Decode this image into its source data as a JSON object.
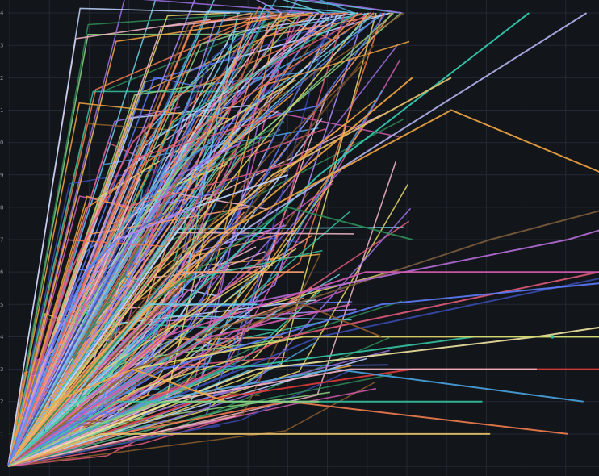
{
  "chart_data": {
    "type": "line",
    "title": "",
    "xlabel": "",
    "ylabel": "",
    "x_range": [
      0,
      38
    ],
    "ylim": [
      0,
      14.4
    ],
    "grid": true,
    "legend": "none",
    "background": "#12151a",
    "grid_color": "#232833",
    "tick_color": "#8a929e",
    "palette": [
      "#4aa3df",
      "#e05a7a",
      "#f2a541",
      "#35c2a1",
      "#9b6fe0",
      "#f07b4f",
      "#6ad1e8",
      "#e6d96a",
      "#d65db1",
      "#5c7cfa",
      "#f5b7c8",
      "#8ed081",
      "#c0d6ff",
      "#ff9f6e",
      "#b28dff",
      "#2e8b57",
      "#8b5a2b",
      "#3949ab"
    ],
    "y_ticks": [
      {
        "value": 1,
        "label": "1"
      },
      {
        "value": 2,
        "label": "2"
      },
      {
        "value": 3,
        "label": "3"
      },
      {
        "value": 4,
        "label": "4"
      },
      {
        "value": 5,
        "label": "5"
      },
      {
        "value": 6,
        "label": "6"
      },
      {
        "value": 7,
        "label": "7"
      },
      {
        "value": 8,
        "label": "8"
      },
      {
        "value": 9,
        "label": "9"
      },
      {
        "value": 10,
        "label": "0"
      },
      {
        "value": 11,
        "label": "1"
      },
      {
        "value": 12,
        "label": "2"
      },
      {
        "value": 13,
        "label": "3"
      },
      {
        "value": 14,
        "label": "4"
      }
    ],
    "series": [
      {
        "color": "#34d0b6",
        "points": [
          [
            0,
            0
          ],
          [
            9,
            4
          ],
          [
            20,
            9
          ],
          [
            33.5,
            14
          ]
        ]
      },
      {
        "color": "#b3b3f0",
        "points": [
          [
            0,
            0
          ],
          [
            11,
            6
          ],
          [
            24,
            10
          ],
          [
            37.2,
            14
          ]
        ]
      },
      {
        "color": "#6b4a2a",
        "points": [
          [
            0,
            0
          ],
          [
            6,
            3
          ],
          [
            14,
            7
          ],
          [
            23.5,
            13
          ]
        ]
      },
      {
        "color": "#e9c46a",
        "points": [
          [
            0,
            0
          ],
          [
            8,
            5
          ],
          [
            17,
            9
          ],
          [
            28.5,
            12
          ]
        ]
      },
      {
        "color": "#f2a541",
        "points": [
          [
            0,
            0
          ],
          [
            7,
            4
          ],
          [
            16,
            8
          ],
          [
            26,
            12
          ]
        ]
      },
      {
        "color": "#f2a541",
        "points": [
          [
            0,
            0
          ],
          [
            13,
            7
          ],
          [
            28.5,
            11
          ],
          [
            38.5,
            9
          ]
        ]
      },
      {
        "color": "#8ed081",
        "points": [
          [
            0,
            0
          ],
          [
            4,
            4
          ],
          [
            9,
            8
          ],
          [
            14.2,
            11
          ]
        ]
      },
      {
        "color": "#f5b7c8",
        "points": [
          [
            0,
            0
          ],
          [
            3,
            3
          ],
          [
            6,
            6
          ],
          [
            8.5,
            9
          ]
        ]
      },
      {
        "color": "#7a5b3c",
        "points": [
          [
            0,
            0
          ],
          [
            12,
            4
          ],
          [
            31,
            7
          ],
          [
            46.8,
            9
          ]
        ]
      },
      {
        "color": "#b26bd6",
        "points": [
          [
            0,
            0
          ],
          [
            15,
            5
          ],
          [
            36,
            7
          ],
          [
            50,
            9
          ]
        ]
      },
      {
        "color": "#e05a7a",
        "points": [
          [
            0,
            0
          ],
          [
            18,
            4
          ],
          [
            38,
            6
          ],
          [
            49,
            8
          ]
        ]
      },
      {
        "color": "#3949ab",
        "points": [
          [
            0,
            0
          ],
          [
            20,
            4
          ],
          [
            40,
            6
          ],
          [
            52.5,
            6
          ]
        ]
      },
      {
        "color": "#f0e3a0",
        "points": [
          [
            0,
            0
          ],
          [
            16,
            3
          ],
          [
            34,
            4
          ],
          [
            48,
            5
          ]
        ]
      },
      {
        "color": "#35c2a1",
        "points": [
          [
            0,
            0
          ],
          [
            14,
            3
          ],
          [
            30,
            4
          ],
          [
            46.5,
            4
          ]
        ]
      },
      {
        "color": "#e03a3a",
        "points": [
          [
            0,
            0
          ],
          [
            12,
            2
          ],
          [
            26,
            3
          ],
          [
            43,
            3
          ]
        ]
      },
      {
        "color": "#5c7cfa",
        "points": [
          [
            0,
            0
          ],
          [
            10,
            3
          ],
          [
            24,
            5
          ],
          [
            45.5,
            6
          ]
        ]
      },
      {
        "color": "#d65db1",
        "points": [
          [
            0,
            0
          ],
          [
            10,
            4
          ],
          [
            23,
            6
          ],
          [
            42,
            6
          ]
        ]
      },
      {
        "color": "#e6d96a",
        "points": [
          [
            0,
            0
          ],
          [
            8,
            3
          ],
          [
            19,
            4
          ],
          [
            38,
            4
          ]
        ]
      },
      {
        "color": "#4aa3df",
        "points": [
          [
            0,
            0
          ],
          [
            9,
            2
          ],
          [
            21,
            3
          ],
          [
            37,
            2
          ]
        ]
      },
      {
        "color": "#f07b4f",
        "points": [
          [
            0,
            0
          ],
          [
            7,
            1
          ],
          [
            18,
            2
          ],
          [
            36,
            1
          ]
        ]
      },
      {
        "color": "#2e8b57",
        "points": [
          [
            0,
            0
          ],
          [
            9,
            5
          ],
          [
            18,
            8
          ],
          [
            26,
            7
          ]
        ]
      },
      {
        "color": "#9b6fe0",
        "points": [
          [
            0,
            0
          ],
          [
            5,
            5
          ],
          [
            11,
            9
          ],
          [
            15,
            10
          ]
        ]
      },
      {
        "color": "#c0d6ff",
        "points": [
          [
            0,
            0
          ],
          [
            6,
            4
          ],
          [
            12,
            8
          ],
          [
            18,
            9
          ]
        ]
      },
      {
        "color": "#ff9f6e",
        "points": [
          [
            0,
            0
          ],
          [
            5,
            3
          ],
          [
            11,
            6
          ],
          [
            19,
            6
          ]
        ]
      },
      {
        "color": "#6ad1e8",
        "points": [
          [
            0,
            0
          ],
          [
            4,
            2
          ],
          [
            9,
            5
          ],
          [
            16,
            5
          ]
        ]
      },
      {
        "color": "#b28dff",
        "points": [
          [
            0,
            0
          ],
          [
            3,
            4
          ],
          [
            7,
            7
          ],
          [
            12,
            8
          ]
        ]
      },
      {
        "color": "#8b5a2b",
        "points": [
          [
            0,
            0
          ],
          [
            8,
            3
          ],
          [
            19,
            5
          ],
          [
            24,
            4
          ]
        ]
      },
      {
        "color": "#e9c46a",
        "points": [
          [
            0,
            0
          ],
          [
            6,
            1
          ],
          [
            14,
            1
          ],
          [
            31,
            1
          ]
        ]
      },
      {
        "color": "#35c2a1",
        "points": [
          [
            0,
            0
          ],
          [
            7,
            2
          ],
          [
            17,
            2
          ],
          [
            30.5,
            2
          ]
        ]
      },
      {
        "color": "#f5b7c8",
        "points": [
          [
            0,
            0
          ],
          [
            10,
            2
          ],
          [
            22,
            3
          ],
          [
            34,
            3
          ]
        ]
      },
      {
        "color": "#e05a7a",
        "points": [
          [
            0,
            0
          ],
          [
            4,
            6
          ],
          [
            8,
            10
          ],
          [
            10,
            11
          ]
        ]
      },
      {
        "color": "#4aa3df",
        "points": [
          [
            0,
            0
          ],
          [
            5,
            6
          ],
          [
            10,
            9
          ],
          [
            13,
            10
          ]
        ]
      },
      {
        "color": "#f2a541",
        "points": [
          [
            0,
            0
          ],
          [
            3,
            2
          ],
          [
            8,
            3
          ],
          [
            14,
            2
          ]
        ]
      },
      {
        "color": "#5c7cfa",
        "points": [
          [
            0,
            0
          ],
          [
            2,
            3
          ],
          [
            5,
            6
          ],
          [
            7,
            7
          ]
        ]
      },
      {
        "color": "#d65db1",
        "points": [
          [
            0,
            0
          ],
          [
            6,
            2
          ],
          [
            13,
            4
          ],
          [
            22,
            5
          ]
        ]
      },
      {
        "color": "#8ed081",
        "points": [
          [
            0,
            0
          ],
          [
            4,
            1
          ],
          [
            10,
            2
          ],
          [
            20,
            2
          ]
        ]
      }
    ]
  }
}
